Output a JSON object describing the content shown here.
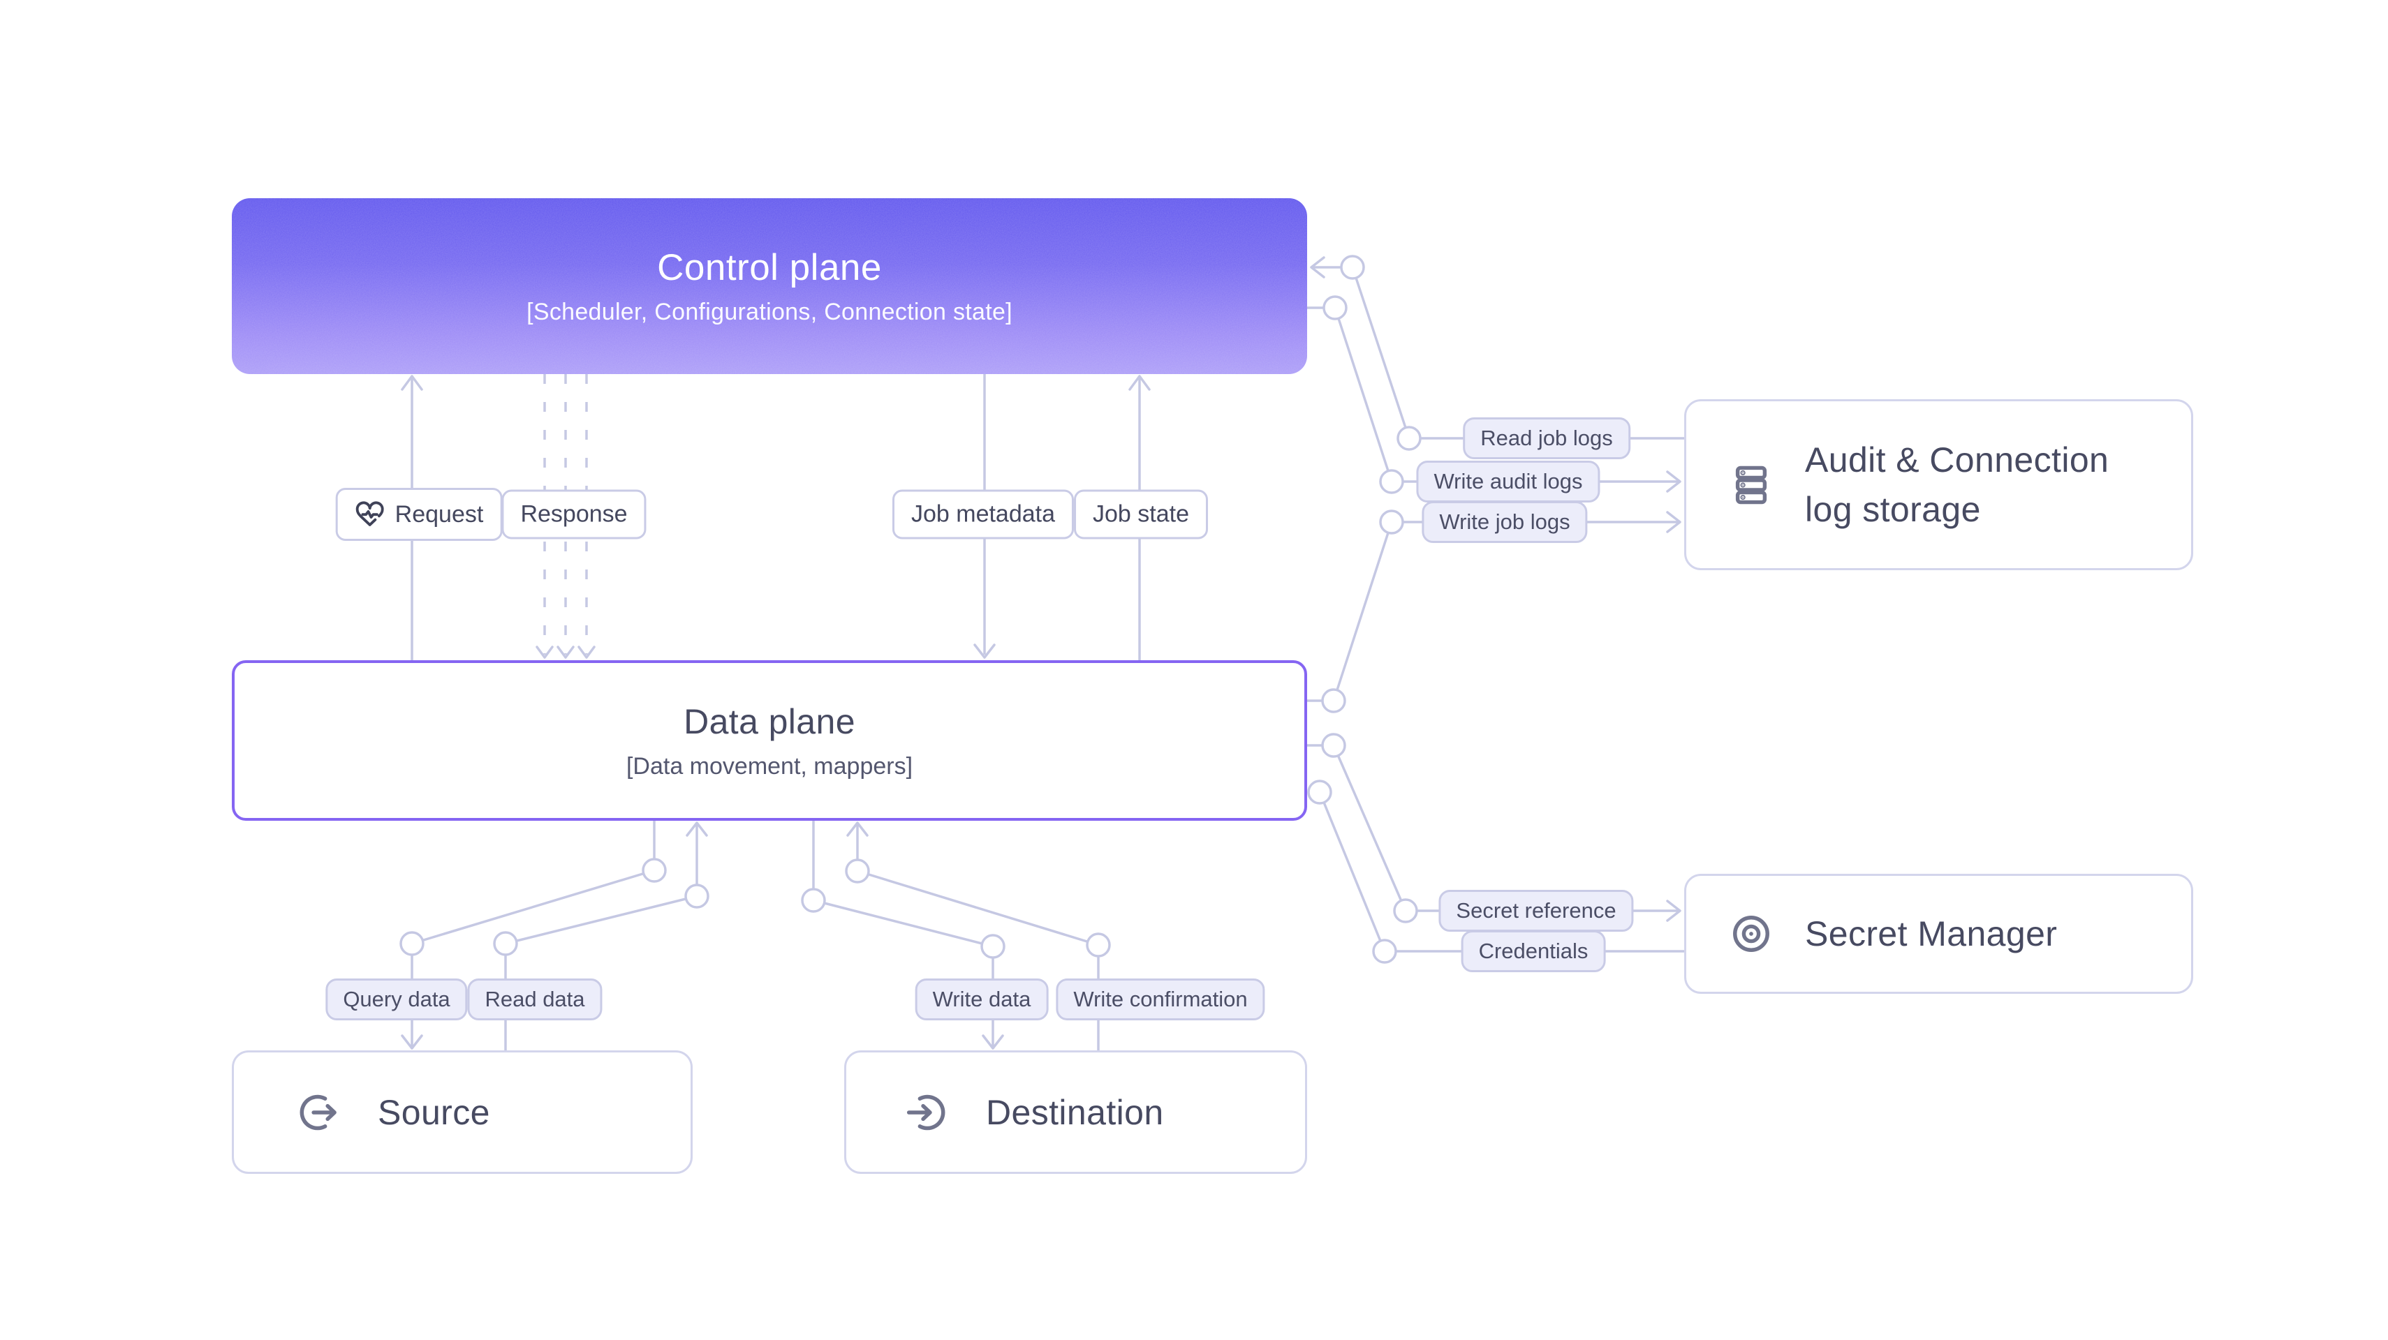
{
  "diagram": {
    "control_plane": {
      "title": "Control plane",
      "subtitle": "[Scheduler, Configurations, Connection state]"
    },
    "data_plane": {
      "title": "Data plane",
      "subtitle": "[Data movement, mappers]"
    },
    "source": {
      "title": "Source"
    },
    "destination": {
      "title": "Destination"
    },
    "audit_storage": {
      "title_line1": "Audit & Connection",
      "title_line2": "log storage"
    },
    "secret_manager": {
      "title": "Secret Manager"
    },
    "edge_labels": {
      "request": "Request",
      "response": "Response",
      "job_metadata": "Job metadata",
      "job_state": "Job state",
      "query_data": "Query data",
      "read_data": "Read data",
      "write_data": "Write data",
      "write_confirmation": "Write confirmation",
      "read_job_logs": "Read job logs",
      "write_audit_logs": "Write audit logs",
      "write_job_logs": "Write job logs",
      "secret_reference": "Secret reference",
      "credentials": "Credentials"
    },
    "icons": {
      "request": "heart-pulse-icon",
      "source": "logout-circle-arrow-icon",
      "destination": "login-circle-arrow-icon",
      "audit_storage": "server-stack-icon",
      "secret_manager": "target-eye-icon"
    },
    "colors": {
      "control_gradient_top": "#6157EE",
      "control_gradient_bottom": "#AC9DF8",
      "data_plane_border": "#8565F2",
      "connector": "#C5C8E3",
      "chip_background": "#ECEDFA",
      "chip_border": "#C9CBE6",
      "text_dark": "#474A61",
      "icon_gray": "#71748C"
    }
  }
}
